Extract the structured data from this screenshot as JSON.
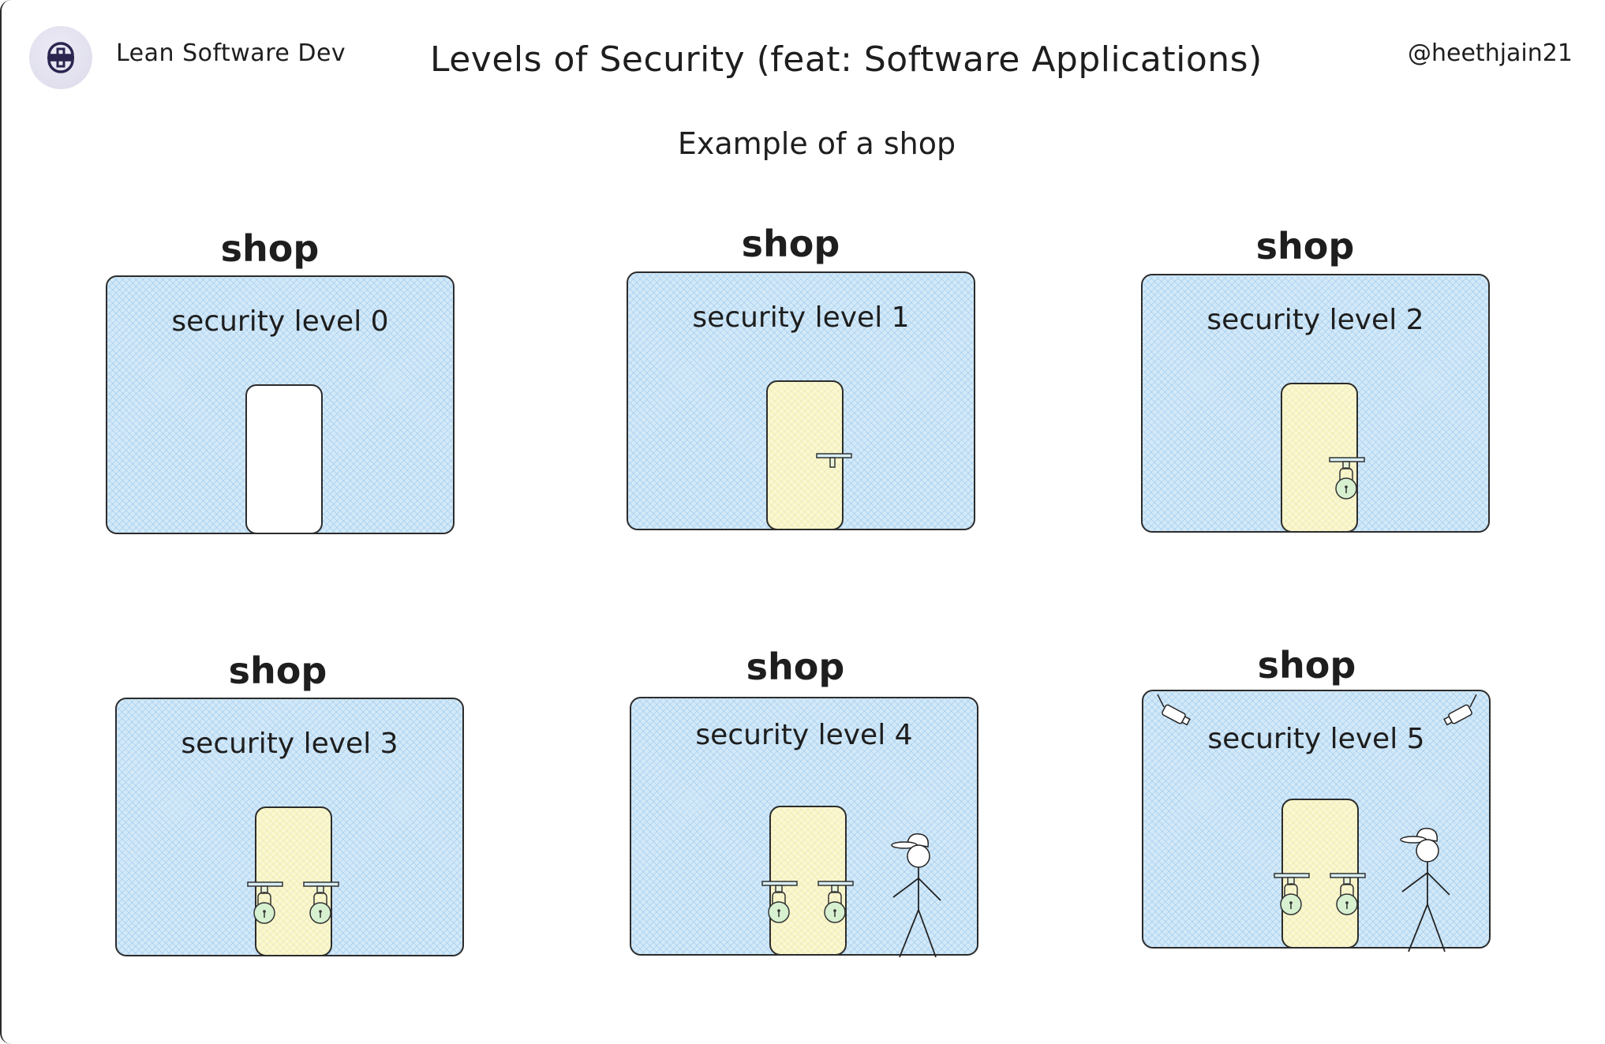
{
  "header": {
    "brand": "Lean Software Dev",
    "title": "Levels of Security (feat: Software Applications)",
    "handle": "@heethjain21",
    "logo_icon": "lean-software-dev-logo-icon"
  },
  "subtitle": "Example of a shop",
  "colors": {
    "shop_fill": "#d3e9f8",
    "door_fill": "#fbf7cf",
    "lock_fill": "#d6f0d0",
    "stroke": "#1e1e1e"
  },
  "shops": [
    {
      "label": "shop",
      "level_text": "security level 0",
      "level": 0,
      "door": "open",
      "locks": 0,
      "guard": false,
      "cameras": 0
    },
    {
      "label": "shop",
      "level_text": "security level 1",
      "level": 1,
      "door": "closed",
      "locks": 0,
      "latch": true,
      "guard": false,
      "cameras": 0
    },
    {
      "label": "shop",
      "level_text": "security level 2",
      "level": 2,
      "door": "closed",
      "locks": 1,
      "guard": false,
      "cameras": 0
    },
    {
      "label": "shop",
      "level_text": "security level 3",
      "level": 3,
      "door": "closed",
      "locks": 2,
      "guard": false,
      "cameras": 0
    },
    {
      "label": "shop",
      "level_text": "security level 4",
      "level": 4,
      "door": "closed",
      "locks": 2,
      "guard": true,
      "cameras": 0
    },
    {
      "label": "shop",
      "level_text": "security level 5",
      "level": 5,
      "door": "closed",
      "locks": 2,
      "guard": true,
      "cameras": 2
    }
  ]
}
